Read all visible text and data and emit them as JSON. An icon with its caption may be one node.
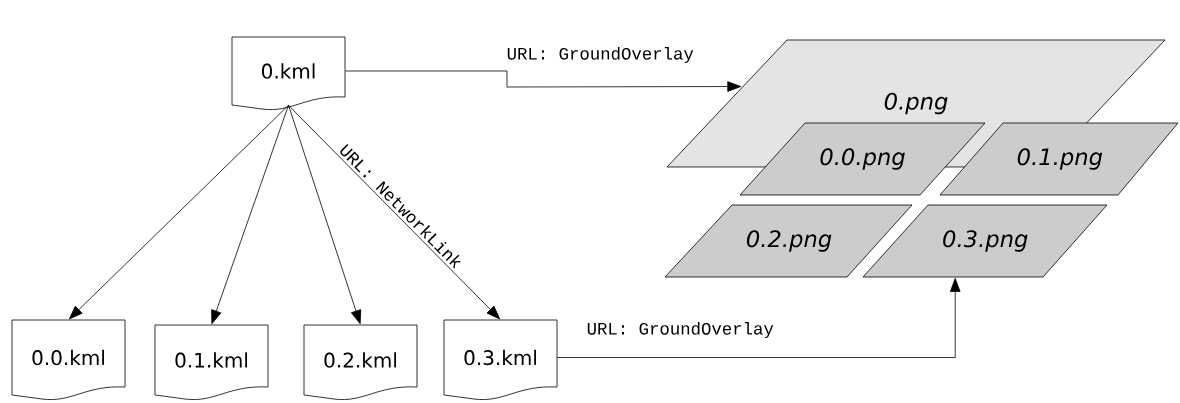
{
  "diagram": {
    "nodes": [
      {
        "text": [
          "0.kml"
        ]
      },
      {
        "text": [
          "0.0.kml"
        ]
      },
      {
        "text": [
          "0.1.kml"
        ]
      },
      {
        "text": [
          "0.2.kml"
        ]
      },
      {
        "text": [
          "0.3.kml"
        ]
      },
      {
        "text": [
          "0.png"
        ]
      },
      {
        "text": [
          "0.0.png"
        ]
      },
      {
        "text": [
          "0.1.png"
        ]
      },
      {
        "text": [
          "0.2.png"
        ]
      },
      {
        "text": [
          "0.3.png"
        ]
      }
    ],
    "edges": [
      {
        "from": 0,
        "to": 5,
        "arrow": "to",
        "label": "URL: GroundOverlay"
      },
      {
        "from": 0,
        "to": 1,
        "arrow": "to"
      },
      {
        "from": 0,
        "to": 2,
        "arrow": "to"
      },
      {
        "from": 0,
        "to": 3,
        "arrow": "to"
      },
      {
        "from": 0,
        "to": 4,
        "arrow": "to",
        "label": "URL: NetworkLink"
      },
      {
        "from": 4,
        "to": 9,
        "arrow": "to",
        "label": "URL: GroundOverlay"
      }
    ]
  }
}
